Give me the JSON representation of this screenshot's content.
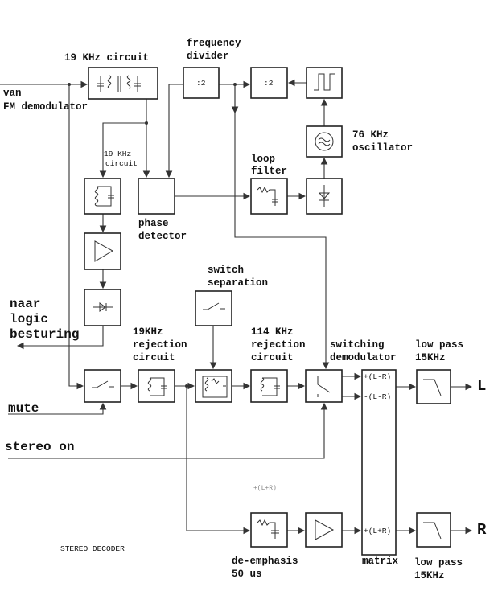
{
  "title": "STEREO DECODER",
  "inputs": {
    "fm": [
      "van",
      "FM demodulator"
    ],
    "mute": "mute",
    "stereo_on": "stereo on"
  },
  "logic_output": [
    "naar",
    "logic",
    "besturing"
  ],
  "blocks": {
    "circuit_19k": "19 KHz circuit",
    "freq_divider": [
      "frequency",
      "divider"
    ],
    "divider_ratio": ":2",
    "oscillator": [
      "76 KHz",
      "oscillator"
    ],
    "loop_filter": [
      "loop",
      "filter"
    ],
    "phase_detector": [
      "phase",
      "detector"
    ],
    "circuit_19k_small": [
      "19 KHz",
      "circuit"
    ],
    "switch_separation": [
      "switch",
      "separation"
    ],
    "rejection_19k": [
      "19KHz",
      "rejection",
      "circuit"
    ],
    "rejection_114k": [
      "114 KHz",
      "rejection",
      "circuit"
    ],
    "switching_demod": [
      "switching",
      "demodulator"
    ],
    "low_pass_l": [
      "low pass",
      "15KHz"
    ],
    "low_pass_r": [
      "low pass",
      "15KHz"
    ],
    "de_emphasis": [
      "de-emphasis",
      "50 us"
    ],
    "matrix": "matrix"
  },
  "matrix_ports": [
    "+(L-R)",
    "-(L-R)",
    "+(L+R)"
  ],
  "sum_label": "+(L+R)",
  "outputs": {
    "left": "L",
    "right": "R"
  }
}
